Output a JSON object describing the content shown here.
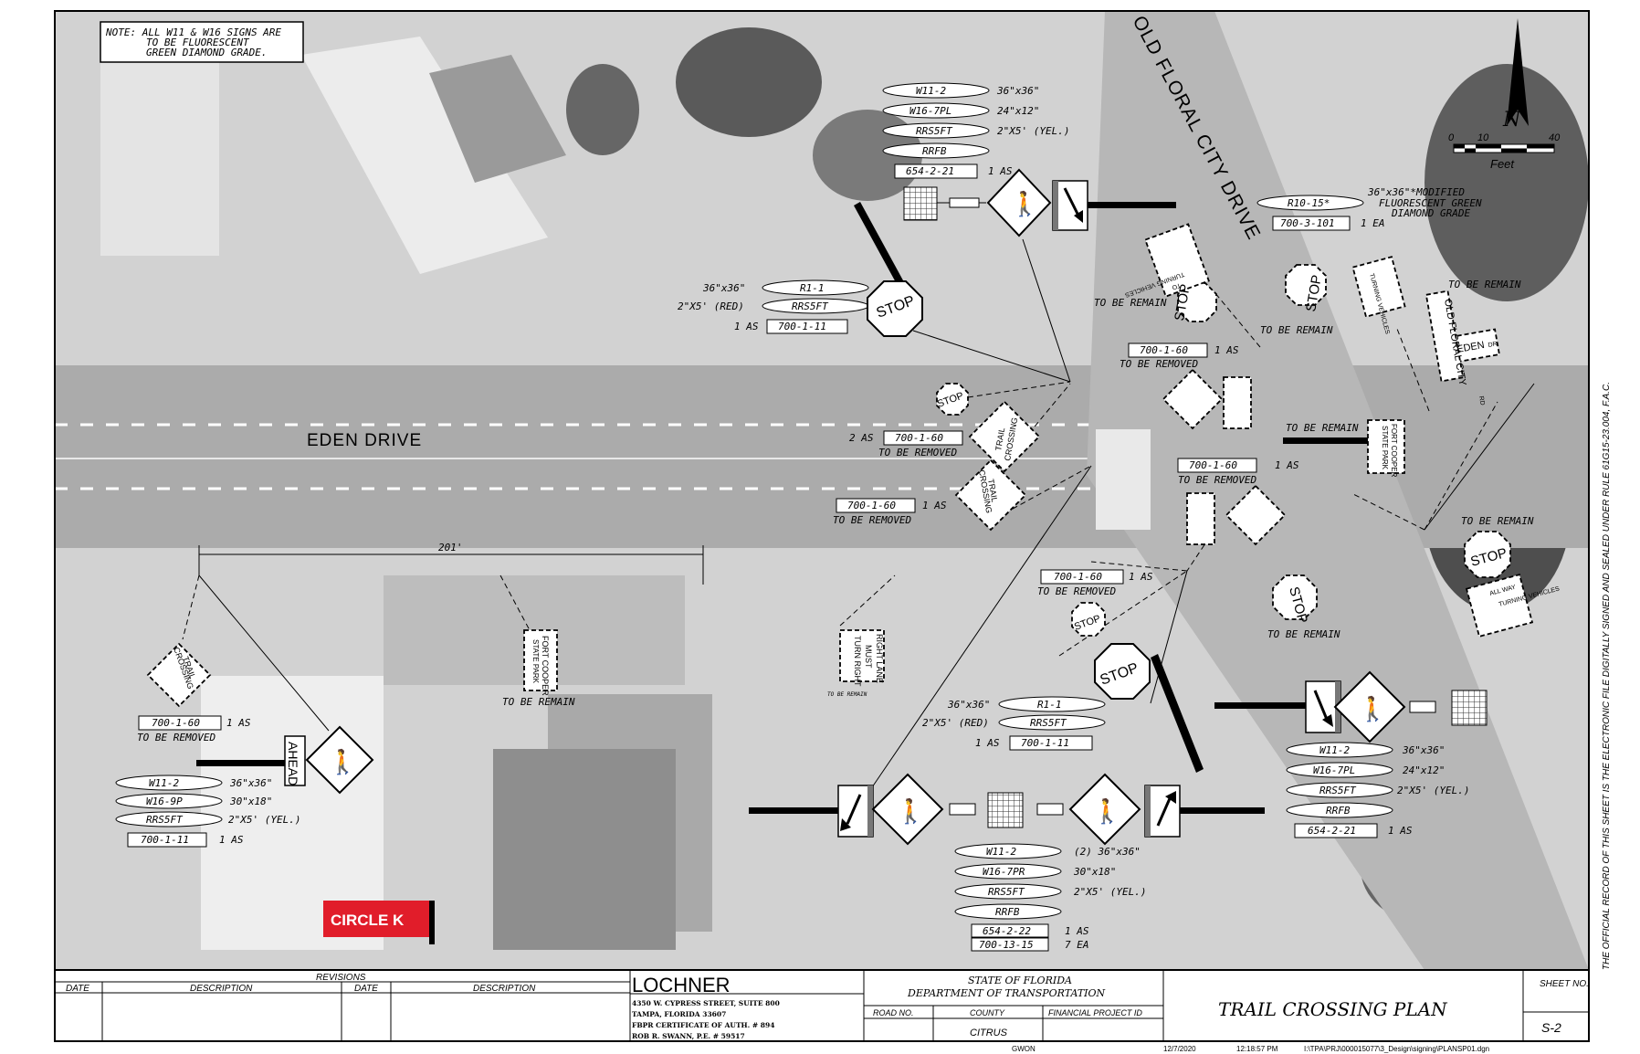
{
  "note": {
    "line1": "NOTE:  ALL W11 & W16 SIGNS ARE",
    "line2": "TO BE FLUORESCENT",
    "line3": "GREEN DIAMOND GRADE."
  },
  "streets": {
    "eden_drive": "EDEN DRIVE",
    "old_floral_city_drive": "OLD FLORAL CITY DRIVE"
  },
  "north_arrow": {
    "letter": "N",
    "scale_0": "0",
    "scale_10": "10",
    "scale_40": "40",
    "scale_unit": "Feet"
  },
  "dimension": "201'",
  "signs": {
    "stop": "STOP",
    "trail": "TRAIL",
    "crossing": "CROSSING",
    "ahead": "AHEAD",
    "fort_cooper": "FORT COOPER",
    "state_park": "STATE PARK",
    "right_lane": "RIGHT LANE",
    "must": "MUST",
    "turn_right": "TURN RIGHT",
    "all_way": "ALL WAY",
    "turning_vehicles": "TURNING VEHICLES",
    "to": "TO",
    "old_floral_city": "OLD FLORAL CITY",
    "rd": "RD",
    "eden": "EDEN",
    "dr": "DR"
  },
  "callouts": {
    "top_center": {
      "items": [
        "W11-2",
        "W16-7PL",
        "RRS5FT",
        "RRFB",
        "654-2-21"
      ],
      "sizes": [
        "36\"x36\"",
        "24\"x12\"",
        "2\"X5' (YEL.)",
        "",
        "1 AS"
      ]
    },
    "stop_nw": {
      "size1": "36\"x36\"",
      "item1": "R1-1",
      "size2": "2\"X5' (RED)",
      "item2": "RRS5FT",
      "qty": "1 AS",
      "item3": "700-1-11"
    },
    "r10": {
      "item1": "R10-15*",
      "item2": "700-3-101",
      "qty": "1 EA",
      "note1": "36\"x36\"*MODIFIED",
      "note2": "FLUORESCENT GREEN",
      "note3": "DIAMOND GRADE"
    },
    "mid_left": {
      "qty": "2 AS",
      "item": "700-1-60",
      "status": "TO BE REMOVED"
    },
    "mid_left2": {
      "item": "700-1-60",
      "qty": "1 AS",
      "status": "TO BE REMOVED"
    },
    "mid_right": {
      "item": "700-1-60",
      "qty": "1 AS",
      "status": "TO BE REMOVED"
    },
    "mid_right2": {
      "item": "700-1-60",
      "qty": "1 AS",
      "status": "TO BE REMOVED"
    },
    "south_center": {
      "item": "700-1-60",
      "qty": "1 AS",
      "status": "TO BE REMOVED"
    },
    "west": {
      "item": "700-1-60",
      "qty": "1 AS",
      "status": "TO BE REMOVED"
    },
    "stop_south": {
      "size1": "36\"x36\"",
      "item1": "R1-1",
      "size2": "2\"X5' (RED)",
      "item2": "RRS5FT",
      "qty": "1 AS",
      "item3": "700-1-11"
    },
    "west_ahead": {
      "items": [
        "W11-2",
        "W16-9P",
        "RRS5FT",
        "700-1-11"
      ],
      "sizes": [
        "36\"x36\"",
        "30\"x18\"",
        "2\"X5' (YEL.)",
        "1 AS"
      ]
    },
    "bottom_center": {
      "items": [
        "W11-2",
        "W16-7PR",
        "RRS5FT",
        "RRFB",
        "654-2-22",
        "700-13-15"
      ],
      "sizes": [
        "(2) 36\"x36\"",
        "30\"x18\"",
        "2\"X5' (YEL.)",
        "",
        "1 AS",
        "7 EA"
      ]
    },
    "bottom_right": {
      "items": [
        "W11-2",
        "W16-7PL",
        "RRS5FT",
        "RRFB",
        "654-2-21"
      ],
      "sizes": [
        "36\"x36\"",
        "24\"x12\"",
        "2\"X5' (YEL.)",
        "",
        "1 AS"
      ]
    },
    "to_be_remain": "TO BE REMAIN"
  },
  "title_block": {
    "revisions": "REVISIONS",
    "date": "DATE",
    "description": "DESCRIPTION",
    "firm": "LOCHNER",
    "addr1": "4350 W. CYPRESS STREET, SUITE 800",
    "addr2": "TAMPA, FLORIDA 33607",
    "addr3": "FBPR CERTIFICATE OF AUTH. # 894",
    "addr4": "ROB R. SWANN, P.E. # 59517",
    "state1": "STATE OF FLORIDA",
    "state2": "DEPARTMENT OF TRANSPORTATION",
    "road_no": "ROAD NO.",
    "county": "COUNTY",
    "county_val": "CITRUS",
    "fpid": "FINANCIAL PROJECT ID",
    "title": "TRAIL CROSSING PLAN",
    "sheet_no": "SHEET NO.",
    "sheet_val": "S-2"
  },
  "footer": {
    "user": "GWON",
    "date": "12/7/2020",
    "time": "12:18:57 PM",
    "path": "I:\\TPA\\PRJ\\000015077\\3_Design\\signing\\PLANSP01.dgn"
  },
  "side_note": "THE OFFICIAL RECORD OF THIS SHEET IS THE ELECTRONIC FILE DIGITALLY SIGNED AND SEALED UNDER RULE 61G15-23.004, F.A.C.",
  "logo": {
    "text": "CIRCLE K",
    "color": "#e11d2a"
  }
}
